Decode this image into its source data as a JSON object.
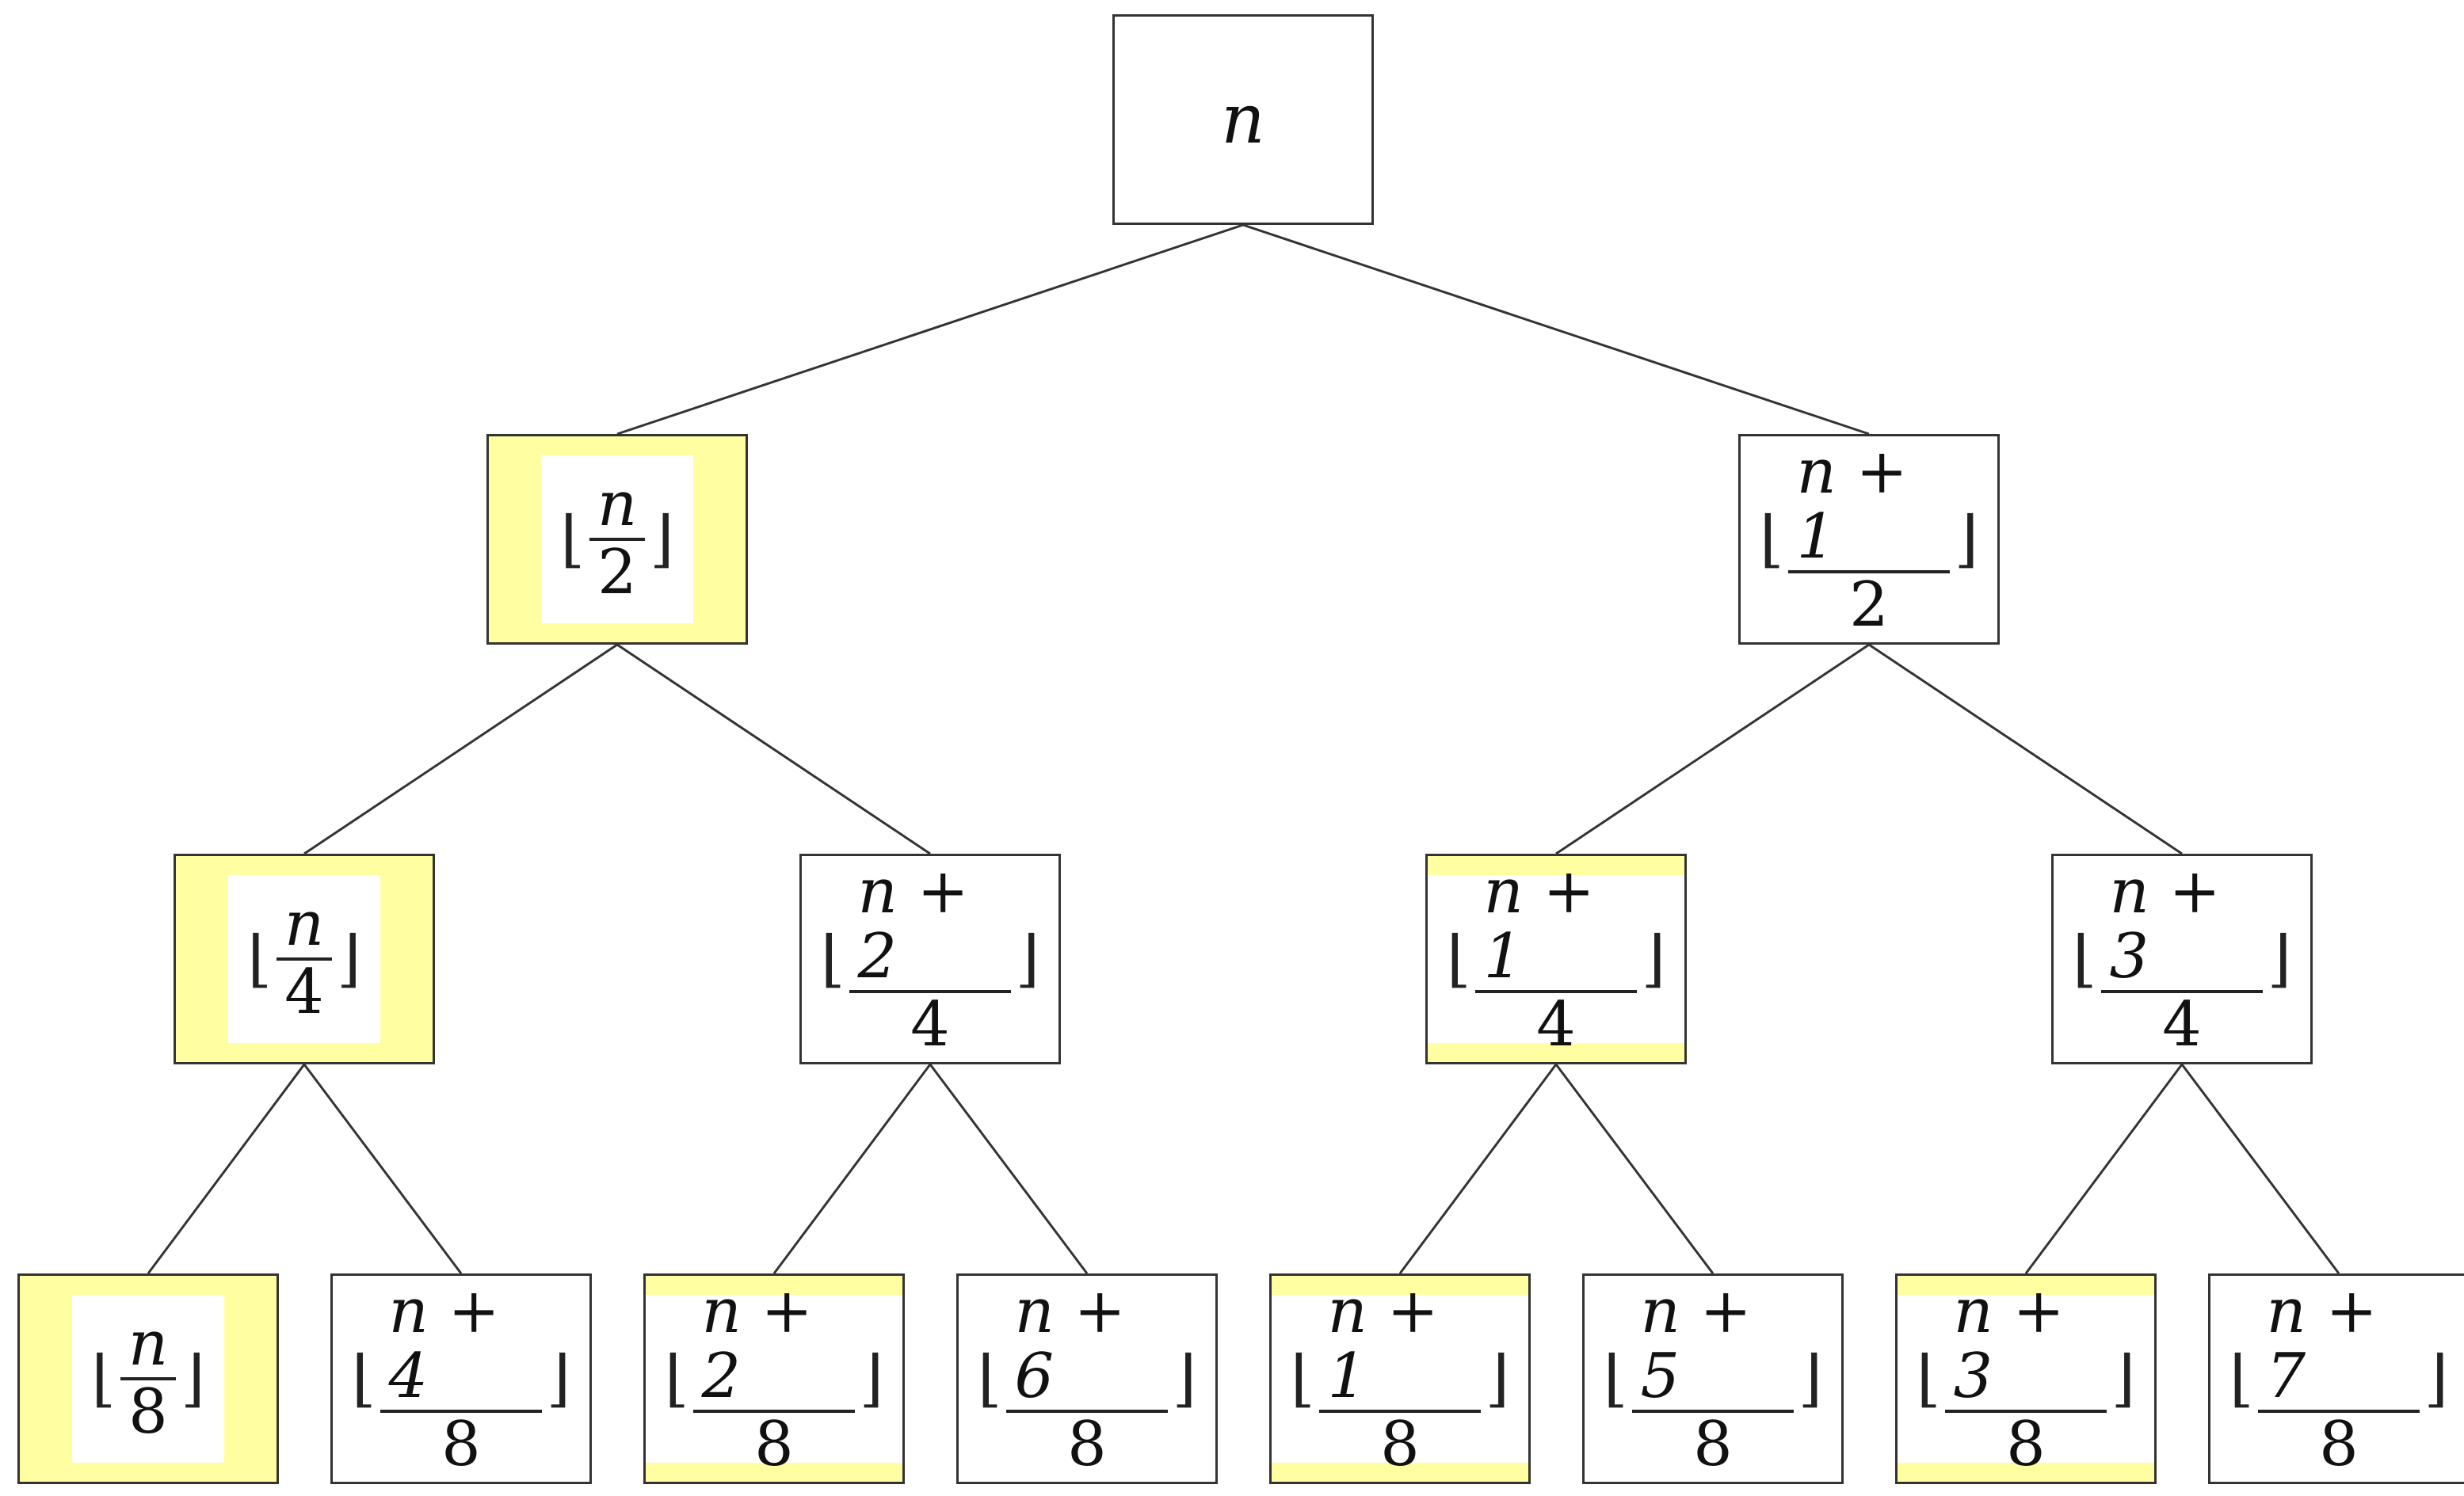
{
  "colors": {
    "highlight_fill": "#ffffa1",
    "node_border": "#333333",
    "edge": "#333333"
  },
  "tree": {
    "root": {
      "id": "root",
      "label": "n",
      "highlighted": false
    },
    "nodes": [
      {
        "id": "l1-0",
        "numerator": "n",
        "denominator": "2",
        "highlighted": true
      },
      {
        "id": "l1-1",
        "numerator": "n + 1",
        "denominator": "2",
        "highlighted": false
      },
      {
        "id": "l2-0",
        "numerator": "n",
        "denominator": "4",
        "highlighted": true
      },
      {
        "id": "l2-1",
        "numerator": "n + 2",
        "denominator": "4",
        "highlighted": false
      },
      {
        "id": "l2-2",
        "numerator": "n + 1",
        "denominator": "4",
        "highlighted": true
      },
      {
        "id": "l2-3",
        "numerator": "n + 3",
        "denominator": "4",
        "highlighted": false
      },
      {
        "id": "l3-0",
        "numerator": "n",
        "denominator": "8",
        "highlighted": true
      },
      {
        "id": "l3-1",
        "numerator": "n + 4",
        "denominator": "8",
        "highlighted": false
      },
      {
        "id": "l3-2",
        "numerator": "n + 2",
        "denominator": "8",
        "highlighted": true
      },
      {
        "id": "l3-3",
        "numerator": "n + 6",
        "denominator": "8",
        "highlighted": false
      },
      {
        "id": "l3-4",
        "numerator": "n + 1",
        "denominator": "8",
        "highlighted": true
      },
      {
        "id": "l3-5",
        "numerator": "n + 5",
        "denominator": "8",
        "highlighted": false
      },
      {
        "id": "l3-6",
        "numerator": "n + 3",
        "denominator": "8",
        "highlighted": true
      },
      {
        "id": "l3-7",
        "numerator": "n + 7",
        "denominator": "8",
        "highlighted": false
      }
    ],
    "edges": [
      [
        "root",
        "l1-0"
      ],
      [
        "root",
        "l1-1"
      ],
      [
        "l1-0",
        "l2-0"
      ],
      [
        "l1-0",
        "l2-1"
      ],
      [
        "l1-1",
        "l2-2"
      ],
      [
        "l1-1",
        "l2-3"
      ],
      [
        "l2-0",
        "l3-0"
      ],
      [
        "l2-0",
        "l3-1"
      ],
      [
        "l2-1",
        "l3-2"
      ],
      [
        "l2-1",
        "l3-3"
      ],
      [
        "l2-2",
        "l3-4"
      ],
      [
        "l2-2",
        "l3-5"
      ],
      [
        "l2-3",
        "l3-6"
      ],
      [
        "l2-3",
        "l3-7"
      ]
    ]
  }
}
